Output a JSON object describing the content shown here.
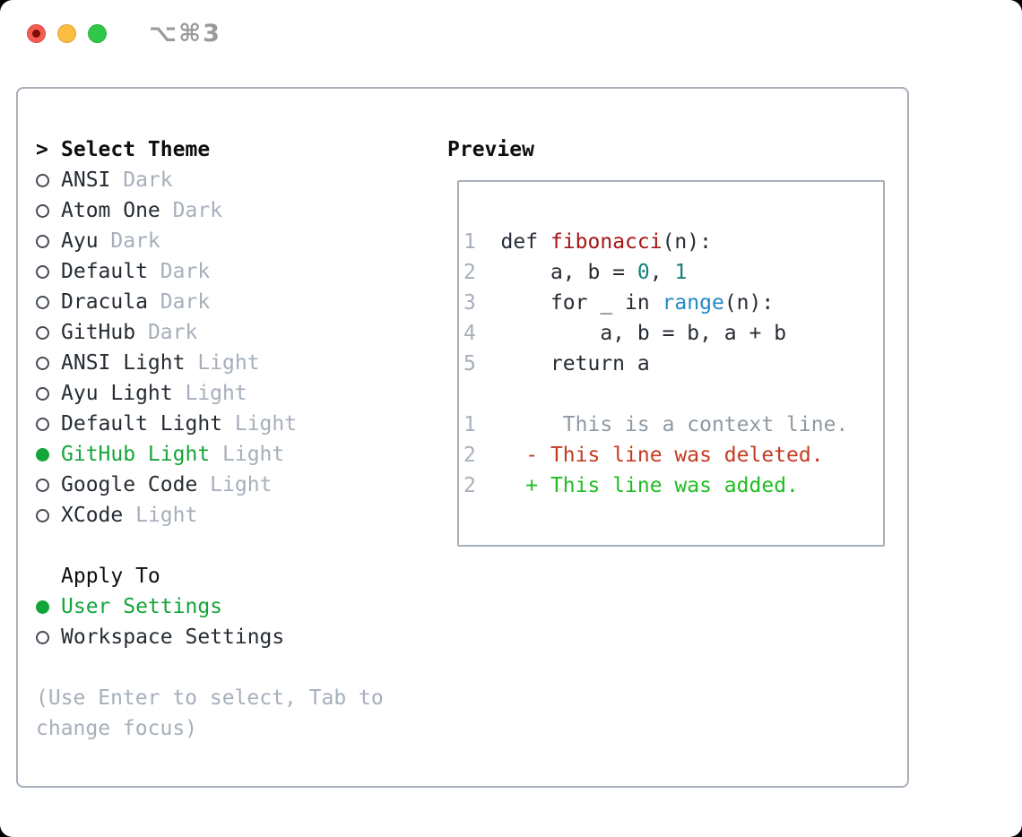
{
  "colors": {
    "fg": "#262c34",
    "header": "#0c0e10",
    "muted": "#a6afbb",
    "ctx": "#8f99a4",
    "border": "#a7afbb",
    "title": "#9a9a9a",
    "green-sel": "#14a53a",
    "green-add": "#1fbd20",
    "red-del": "#c43b21",
    "red-fn": "#a61515",
    "teal": "#15817a",
    "blue": "#2189c6",
    "tl-red": "#f45c50",
    "tl-red-dot": "#7d0d05",
    "tl-yellow": "#fcbd40",
    "tl-green": "#2fc748"
  },
  "window": {
    "title_label": "⌥⌘3",
    "traffic_lights": [
      "close",
      "minimize",
      "zoom"
    ]
  },
  "theme_picker": {
    "header_prefix": ">",
    "header": "Select Theme",
    "themes": [
      {
        "name": "ANSI",
        "variant": "Dark",
        "selected": false
      },
      {
        "name": "Atom One",
        "variant": "Dark",
        "selected": false
      },
      {
        "name": "Ayu",
        "variant": "Dark",
        "selected": false
      },
      {
        "name": "Default",
        "variant": "Dark",
        "selected": false
      },
      {
        "name": "Dracula",
        "variant": "Dark",
        "selected": false
      },
      {
        "name": "GitHub",
        "variant": "Dark",
        "selected": false
      },
      {
        "name": "ANSI Light",
        "variant": "Light",
        "selected": false
      },
      {
        "name": "Ayu Light",
        "variant": "Light",
        "selected": false
      },
      {
        "name": "Default Light",
        "variant": "Light",
        "selected": false
      },
      {
        "name": "GitHub Light",
        "variant": "Light",
        "selected": true
      },
      {
        "name": "Google Code",
        "variant": "Light",
        "selected": false
      },
      {
        "name": "XCode",
        "variant": "Light",
        "selected": false
      }
    ],
    "apply_to": {
      "header": "Apply To",
      "options": [
        {
          "label": "User Settings",
          "selected": true
        },
        {
          "label": "Workspace Settings",
          "selected": false
        }
      ]
    },
    "help_text": "(Use Enter to select, Tab to change focus)"
  },
  "preview": {
    "header": "Preview",
    "code_lines": [
      [
        {
          "t": "1",
          "y": "gutter"
        },
        {
          "t": "  def ",
          "y": "plain"
        },
        {
          "t": "fibonacci",
          "y": "function"
        },
        {
          "t": "(n):",
          "y": "plain"
        }
      ],
      [
        {
          "t": "2",
          "y": "gutter"
        },
        {
          "t": "      a, b = ",
          "y": "plain"
        },
        {
          "t": "0",
          "y": "number"
        },
        {
          "t": ", ",
          "y": "plain"
        },
        {
          "t": "1",
          "y": "number"
        }
      ],
      [
        {
          "t": "3",
          "y": "gutter"
        },
        {
          "t": "      for _ in ",
          "y": "plain"
        },
        {
          "t": "range",
          "y": "builtin"
        },
        {
          "t": "(n):",
          "y": "plain"
        }
      ],
      [
        {
          "t": "4",
          "y": "gutter"
        },
        {
          "t": "          a, b = b, a + b",
          "y": "plain"
        }
      ],
      [
        {
          "t": "5",
          "y": "gutter"
        },
        {
          "t": "      return a",
          "y": "plain"
        }
      ],
      [],
      [
        {
          "t": "1",
          "y": "gutter"
        },
        {
          "t": "       This is a context line.",
          "y": "context"
        }
      ],
      [
        {
          "t": "2",
          "y": "gutter"
        },
        {
          "t": "    - This line was deleted.",
          "y": "deleted"
        }
      ],
      [
        {
          "t": "2",
          "y": "gutter"
        },
        {
          "t": "    + This line was added.",
          "y": "added"
        }
      ]
    ]
  }
}
